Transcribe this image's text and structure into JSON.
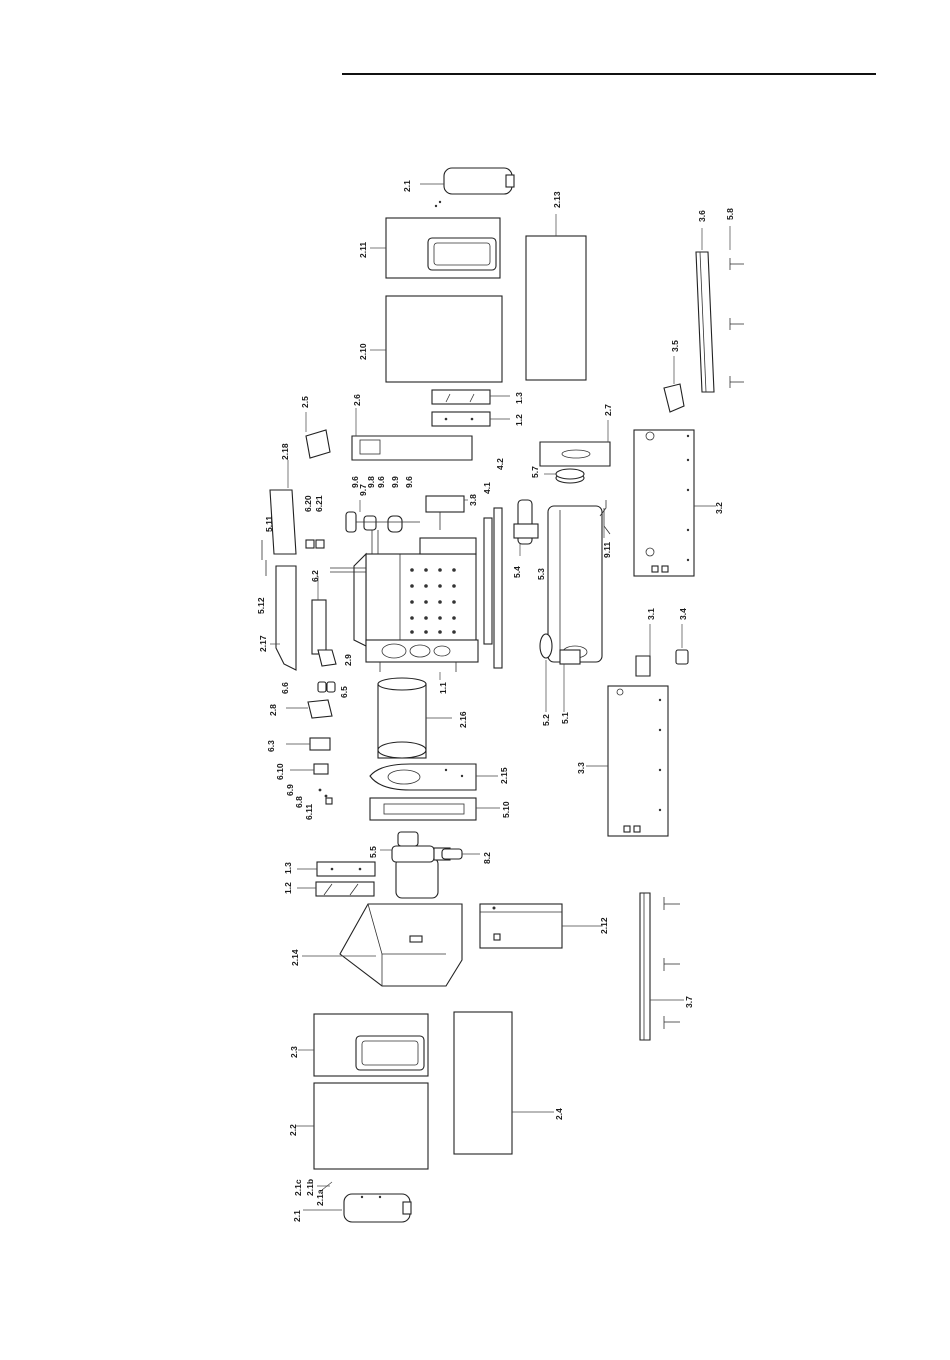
{
  "labels": {
    "l_2_1": "2.1",
    "l_2_1a": "2.1a",
    "l_2_1b": "2.1b",
    "l_2_1c": "2.1c",
    "l_2_2": "2.2",
    "l_2_3": "2.3",
    "l_2_4": "2.4",
    "l_2_14": "2.14",
    "l_1_2b": "1.2",
    "l_1_3b": "1.3",
    "l_2_12": "2.12",
    "l_3_7": "3.7",
    "l_5_5": "5.5",
    "l_8_2": "8.2",
    "l_5_10": "5.10",
    "l_2_15": "2.15",
    "l_6_9": "6.9",
    "l_6_8": "6.8",
    "l_6_11": "6.11",
    "l_6_10": "6.10",
    "l_6_3": "6.3",
    "l_2_8": "2.8",
    "l_6_6": "6.6",
    "l_6_5": "6.5",
    "l_2_16": "2.16",
    "l_2_17": "2.17",
    "l_5_12": "5.12",
    "l_5_11": "5.11",
    "l_2_18": "2.18",
    "l_6_2": "6.2",
    "l_6_20": "6.20",
    "l_6_21": "6.21",
    "l_2_9": "2.9",
    "l_1_1": "1.1",
    "l_2_5": "2.5",
    "l_2_6": "2.6",
    "l_9_6a": "9.6",
    "l_9_7": "9.7",
    "l_9_8": "9.8",
    "l_9_6b": "9.6",
    "l_9_9": "9.9",
    "l_9_6c": "9.6",
    "l_3_8": "3.8",
    "l_4_1": "4.1",
    "l_4_2": "4.2",
    "l_5_4": "5.4",
    "l_5_3": "5.3",
    "l_5_7": "5.7",
    "l_2_7": "2.7",
    "l_9_11": "9.11",
    "l_5_2": "5.2",
    "l_5_1": "5.1",
    "l_3_1": "3.1",
    "l_3_4": "3.4",
    "l_3_3": "3.3",
    "l_3_2": "3.2",
    "l_3_5": "3.5",
    "l_3_6": "3.6",
    "l_5_8": "5.8",
    "l_2_10": "2.10",
    "l_2_11": "2.11",
    "l_2_1top": "2.1",
    "l_2_13": "2.13",
    "l_1_2t": "1.2",
    "l_1_3t": "1.3"
  }
}
